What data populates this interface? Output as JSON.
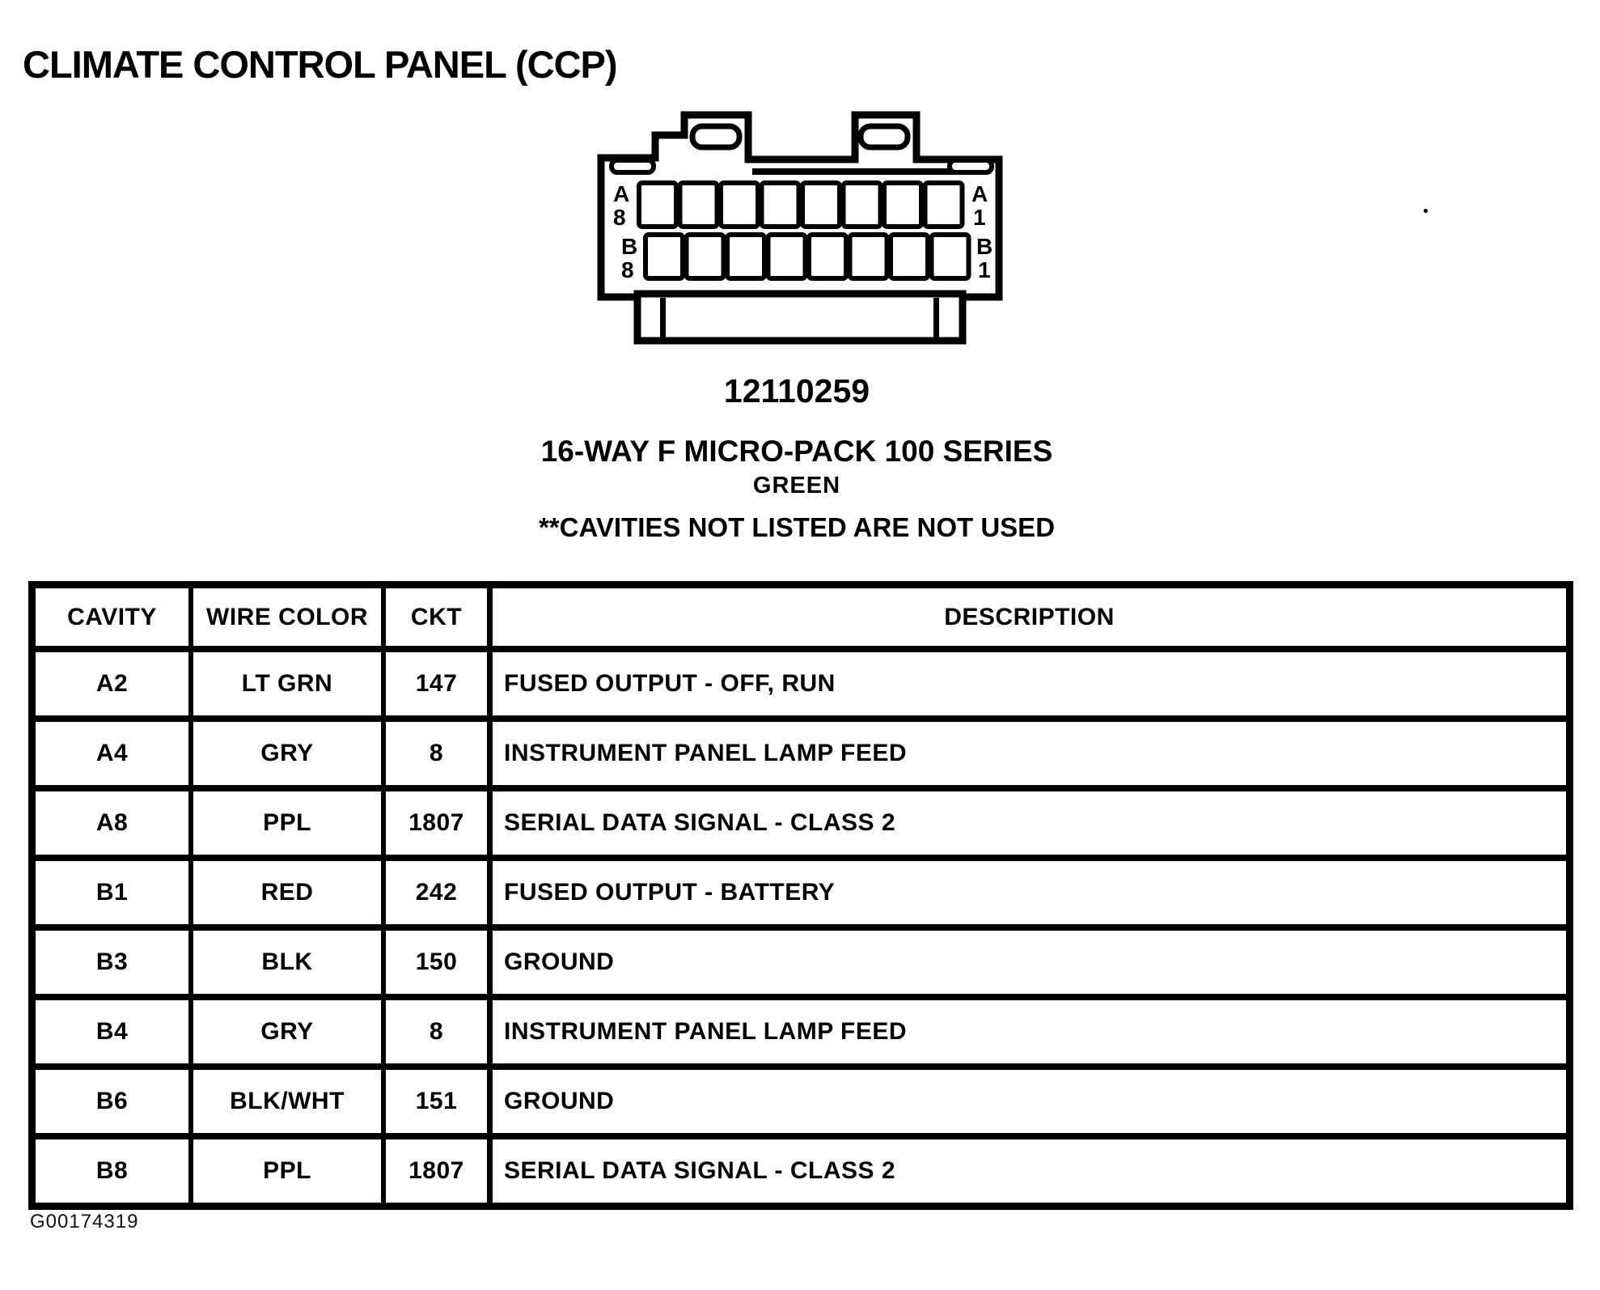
{
  "page": {
    "title": "CLIMATE CONTROL PANEL (CCP)",
    "figure_number": "G00174319"
  },
  "connector": {
    "part_number": "12110259",
    "series": "16-WAY F MICRO-PACK 100 SERIES",
    "color": "GREEN",
    "note": "**CAVITIES NOT LISTED ARE NOT USED",
    "pins_per_row": 8,
    "pin_labels": {
      "a_left": {
        "row": "A",
        "pin": "8"
      },
      "a_right": {
        "row": "A",
        "pin": "1"
      },
      "b_left": {
        "row": "B",
        "pin": "8"
      },
      "b_right": {
        "row": "B",
        "pin": "1"
      }
    }
  },
  "table": {
    "headers": {
      "cavity": "CAVITY",
      "wire_color": "WIRE COLOR",
      "ckt": "CKT",
      "description": "DESCRIPTION"
    },
    "rows": [
      {
        "cavity": "A2",
        "wire_color": "LT GRN",
        "ckt": "147",
        "description": "FUSED OUTPUT - OFF, RUN"
      },
      {
        "cavity": "A4",
        "wire_color": "GRY",
        "ckt": "8",
        "description": "INSTRUMENT PANEL LAMP FEED"
      },
      {
        "cavity": "A8",
        "wire_color": "PPL",
        "ckt": "1807",
        "description": "SERIAL DATA SIGNAL - CLASS 2"
      },
      {
        "cavity": "B1",
        "wire_color": "RED",
        "ckt": "242",
        "description": "FUSED OUTPUT - BATTERY"
      },
      {
        "cavity": "B3",
        "wire_color": "BLK",
        "ckt": "150",
        "description": "GROUND"
      },
      {
        "cavity": "B4",
        "wire_color": "GRY",
        "ckt": "8",
        "description": "INSTRUMENT PANEL LAMP FEED"
      },
      {
        "cavity": "B6",
        "wire_color": "BLK/WHT",
        "ckt": "151",
        "description": "GROUND"
      },
      {
        "cavity": "B8",
        "wire_color": "PPL",
        "ckt": "1807",
        "description": "SERIAL DATA SIGNAL - CLASS 2"
      }
    ]
  }
}
